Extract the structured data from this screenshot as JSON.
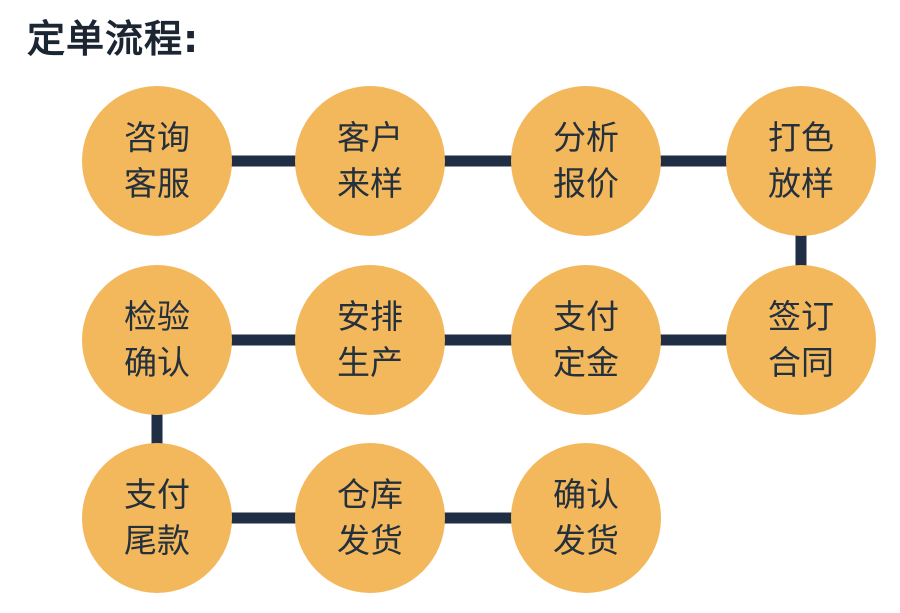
{
  "title": "定单流程:",
  "colors": {
    "node_fill": "#f3b85c",
    "connector": "#1f2d45",
    "text": "#25303d"
  },
  "steps": [
    {
      "line1": "咨询",
      "line2": "客服"
    },
    {
      "line1": "客户",
      "line2": "来样"
    },
    {
      "line1": "分析",
      "line2": "报价"
    },
    {
      "line1": "打色",
      "line2": "放样"
    },
    {
      "line1": "签订",
      "line2": "合同"
    },
    {
      "line1": "支付",
      "line2": "定金"
    },
    {
      "line1": "安排",
      "line2": "生产"
    },
    {
      "line1": "检验",
      "line2": "确认"
    },
    {
      "line1": "支付",
      "line2": "尾款"
    },
    {
      "line1": "仓库",
      "line2": "发货"
    },
    {
      "line1": "确认",
      "line2": "发货"
    }
  ]
}
